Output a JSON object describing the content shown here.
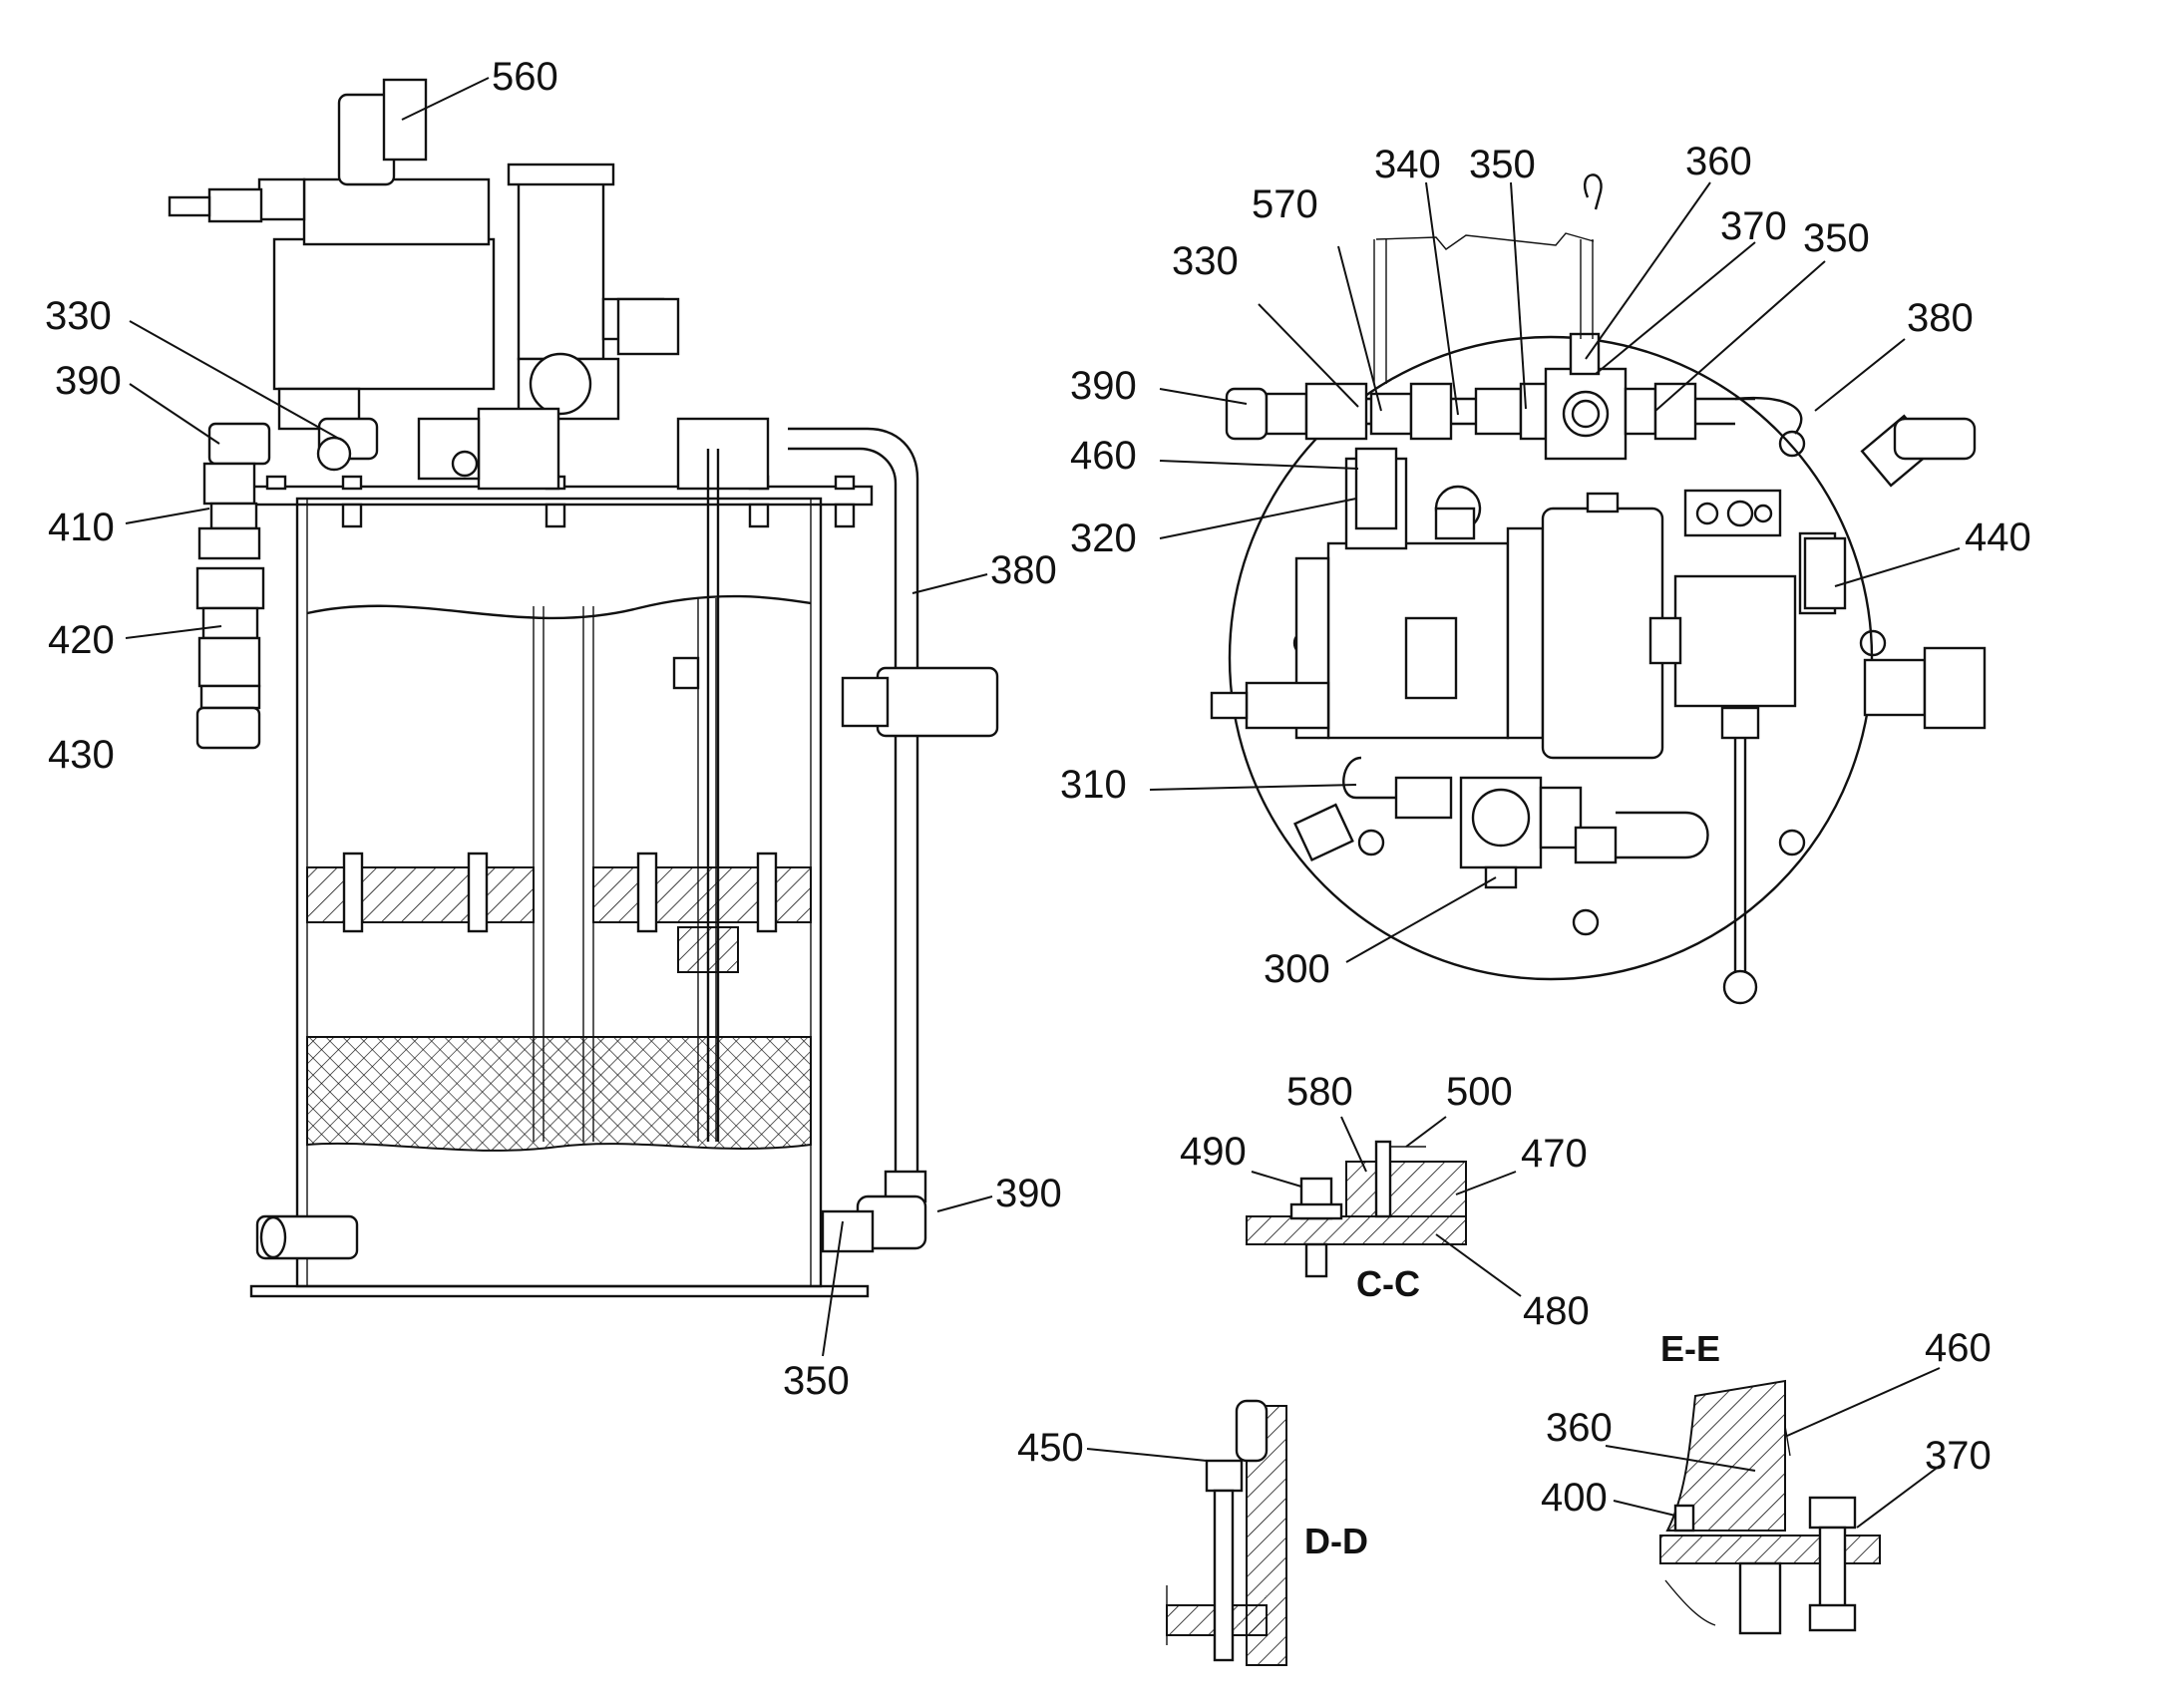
{
  "labels": {
    "l560": "560",
    "l330a": "330",
    "l390a": "390",
    "l410": "410",
    "l420": "420",
    "l430": "430",
    "l380a": "380",
    "l390b": "390",
    "l350a": "350",
    "l570": "570",
    "l340": "340",
    "l350b": "350",
    "l360a": "360",
    "l370a": "370",
    "l350c": "350",
    "l330b": "330",
    "l380b": "380",
    "l390c": "390",
    "l460a": "460",
    "l320": "320",
    "l440": "440",
    "l310": "310",
    "l300": "300",
    "l580": "580",
    "l500": "500",
    "l490": "490",
    "l470": "470",
    "l480": "480",
    "l450": "450",
    "l460b": "460",
    "l360b": "360",
    "l370b": "370",
    "l400": "400"
  },
  "sections": {
    "cc": "C-C",
    "dd": "D-D",
    "ee": "E-E"
  }
}
